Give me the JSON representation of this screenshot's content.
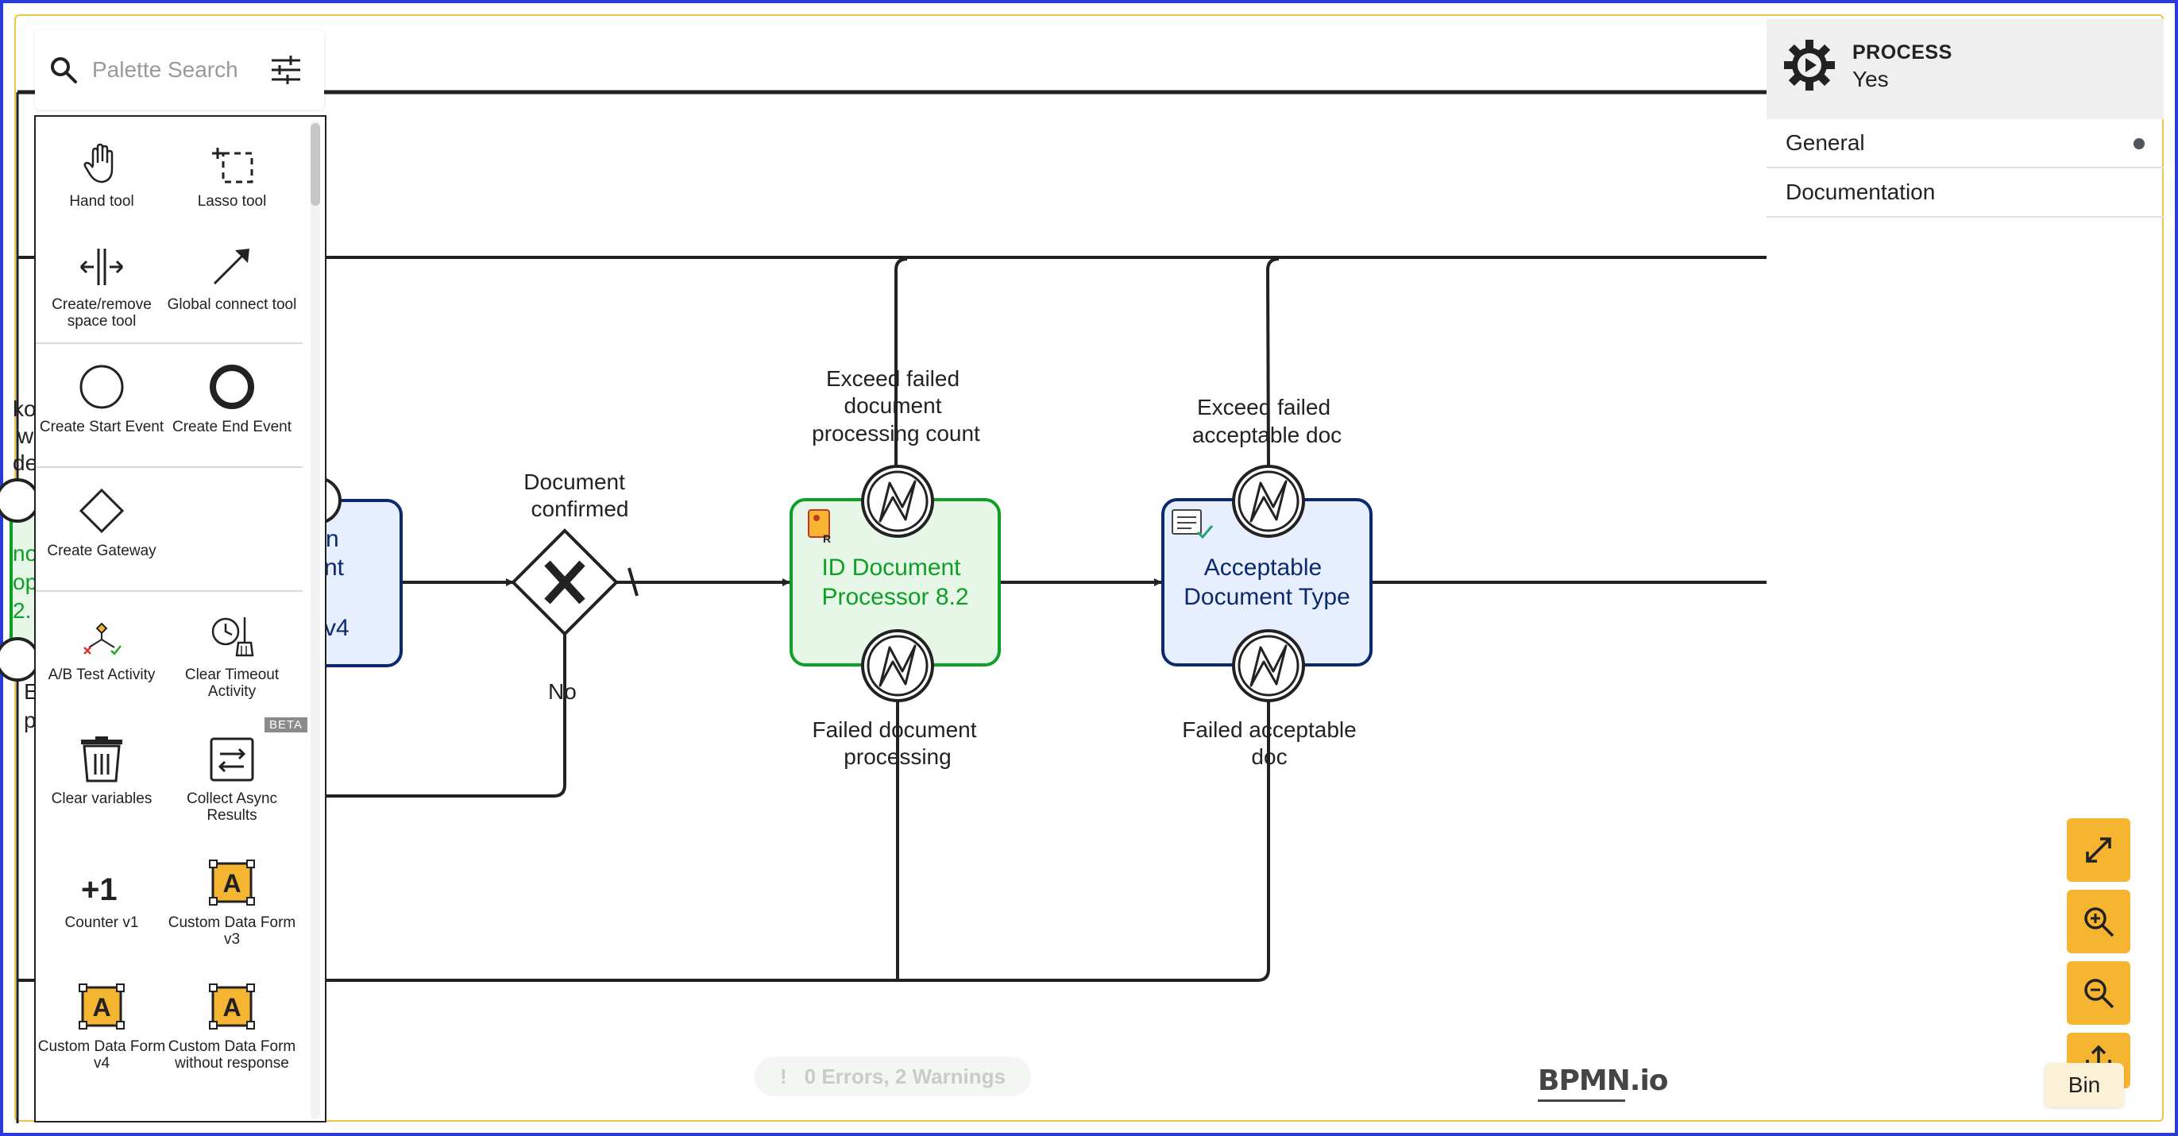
{
  "palette": {
    "search_placeholder": "Palette Search",
    "items": [
      {
        "label": "Hand tool",
        "icon": "hand-icon"
      },
      {
        "label": "Lasso tool",
        "icon": "lasso-icon"
      },
      {
        "label": "Create/remove space tool",
        "icon": "space-tool-icon"
      },
      {
        "label": "Global connect tool",
        "icon": "connect-arrow-icon"
      },
      {
        "label": "Create Start Event",
        "icon": "start-event-icon"
      },
      {
        "label": "Create End Event",
        "icon": "end-event-icon"
      },
      {
        "label": "Create Gateway",
        "icon": "gateway-icon"
      },
      {
        "label": "A/B Test Activity",
        "icon": "ab-test-icon"
      },
      {
        "label": "Clear Timeout Activity",
        "icon": "clear-timeout-icon"
      },
      {
        "label": "Clear variables",
        "icon": "trash-icon"
      },
      {
        "label": "Collect Async Results",
        "icon": "collect-async-icon"
      },
      {
        "label": "Counter v1",
        "icon": "counter-icon"
      },
      {
        "label": "Custom Data Form v3",
        "icon": "custom-form-icon"
      },
      {
        "label": "Custom Data Form v4",
        "icon": "custom-form-icon"
      },
      {
        "label": "Custom Data Form without response",
        "icon": "custom-form-icon"
      }
    ],
    "beta_badge": "BETA"
  },
  "diagram": {
    "gateway_label": "Document confirmed",
    "no_label": "No",
    "task1": {
      "line1": "ID Document",
      "line2": "Processor 8.2",
      "color": "#0f9f27",
      "fill": "#e6f7e8"
    },
    "task2": {
      "line1": "Acceptable",
      "line2": "Document Type",
      "color": "#0b2a6e",
      "fill": "#e7efff"
    },
    "partial_task": {
      "line1": "n",
      "line2": "nt",
      "line3": "v4"
    },
    "boundary_labels": {
      "t1_top": [
        "Exceed failed",
        "document",
        "processing count"
      ],
      "t1_bottom": [
        "Failed document",
        "processing"
      ],
      "t2_top": [
        "Exceed failed",
        "acceptable doc"
      ],
      "t2_bottom": [
        "Failed acceptable",
        "doc"
      ]
    },
    "left_cut_green": [
      "no",
      "op",
      "2."
    ],
    "left_cut_dark": [
      "ko",
      "w",
      "de"
    ],
    "left_cut_bottom": [
      "E",
      "p"
    ]
  },
  "properties": {
    "type": "PROCESS",
    "name": "Yes",
    "groups": [
      "General",
      "Documentation"
    ]
  },
  "status": {
    "text": "0 Errors, 2 Warnings",
    "icon": "!"
  },
  "zoom": {
    "buttons": [
      "fit-viewport-icon",
      "zoom-in-icon",
      "zoom-out-icon",
      "export-icon"
    ]
  },
  "tooltip": "Bin",
  "logo": "BPMN.io",
  "accent": "#f6b531"
}
